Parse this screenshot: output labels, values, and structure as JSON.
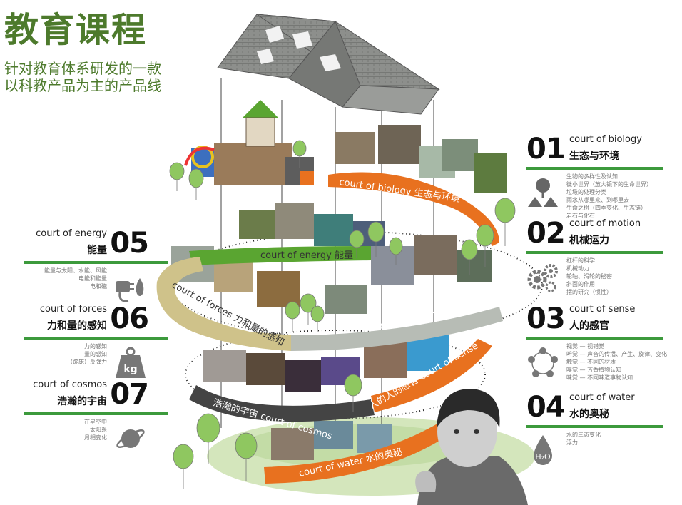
{
  "title": "教育课程",
  "subtitle_lines": [
    "针对教育体系研发的一款",
    "以科教产品为主的产品线"
  ],
  "colors": {
    "title_green": "#4d7a2c",
    "bar_green": "#3c9a3c",
    "ribbon_orange": "#e8711f",
    "ribbon_green": "#5aa531",
    "ribbon_tan": "#cfc28a",
    "ribbon_gray": "#b7bcb5",
    "ribbon_dark": "#444444",
    "ground_green": "#cfe3b5"
  },
  "ribbons": {
    "biology": "court of biology  生态与环境",
    "energy": "court of energy  能量",
    "forces": "court of forces  力和量的感知",
    "motion": "court of motion  机械运力",
    "sense": "人的人的感官  court of sense",
    "cosmos": "浩瀚的宇宙  court of cosmos",
    "water": "court of water  水的奥秘"
  },
  "cards": [
    {
      "id": "biology",
      "num": "01",
      "en": "court of biology",
      "zh": "生态与环境",
      "icon": "tree-mountain-icon",
      "desc": [
        "生物的多样性及认知",
        "微小世界（放大镜下的生命世界）",
        "垃圾的处理分类",
        "雨水从哪里来、到哪里去",
        "生命之树（四季变化、生态链）",
        "岩石与化石"
      ]
    },
    {
      "id": "motion",
      "num": "02",
      "en": "court of motion",
      "zh": "机械运力",
      "icon": "gears-icon",
      "desc": [
        "杠杆的科学",
        "机械动力",
        "轮轴、滑轮的秘密",
        "斜面的作用",
        "摆的研究（惯性）"
      ]
    },
    {
      "id": "sense",
      "num": "03",
      "en": "court of sense",
      "zh": "人的感官",
      "icon": "senses-icon",
      "desc": [
        "视觉 — 视错觉",
        "听觉 — 声音的传播、产生、旋律、变化",
        "触觉 — 不同的材质",
        "嗅觉 — 芳香植物认知",
        "味觉 — 不同味道事物认知"
      ]
    },
    {
      "id": "water",
      "num": "04",
      "en": "court of water",
      "zh": "水的奥秘",
      "icon": "water-drop-icon",
      "drop_label": "H₂O",
      "desc": [
        "水的三态变化",
        "浮力"
      ]
    },
    {
      "id": "energy",
      "num": "05",
      "en": "court of energy",
      "zh": "能量",
      "icon": "plug-icon",
      "desc": [
        "能量与太阳、水能、风能",
        "电能和能量",
        "电和磁"
      ]
    },
    {
      "id": "forces",
      "num": "06",
      "en": "court of forces",
      "zh": "力和量的感知",
      "icon": "weight-icon",
      "weight_label": "kg",
      "desc": [
        "力的感知",
        "量的感知",
        "（蹦床）反弹力"
      ]
    },
    {
      "id": "cosmos",
      "num": "07",
      "en": "court of cosmos",
      "zh": "浩瀚的宇宙",
      "icon": "planet-icon",
      "desc": [
        "在星空中",
        "太阳系",
        "月相变化"
      ]
    }
  ]
}
